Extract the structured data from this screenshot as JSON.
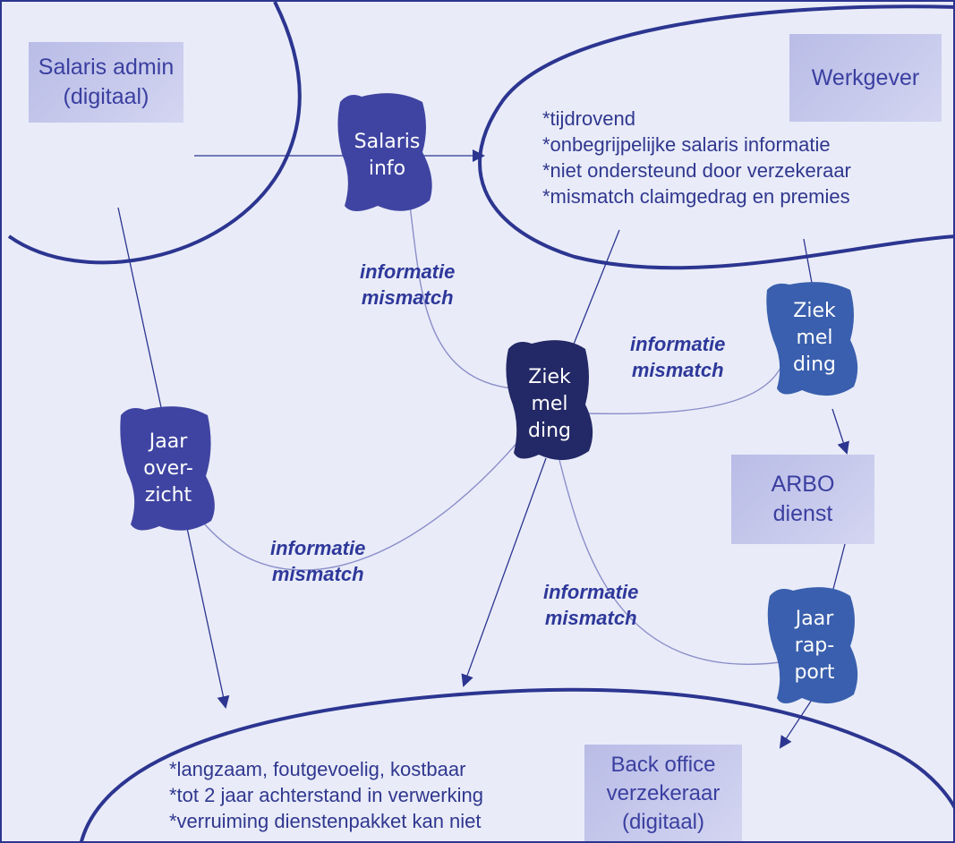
{
  "colors": {
    "background": "#e9ecf8",
    "outline": "#2c3590",
    "scroll_dark": "#232866",
    "scroll_mid": "#3f44a2",
    "scroll_light": "#3a5fae",
    "box_fill": "#c5c7ea",
    "text_blue": "#3a3fa0"
  },
  "boxes": {
    "salaris_admin": [
      "Salaris admin",
      "(digitaal)"
    ],
    "werkgever": [
      "Werkgever"
    ],
    "arbo_dienst": [
      "ARBO",
      "dienst"
    ],
    "back_office": [
      "Back office",
      "verzekeraar",
      "(digitaal)"
    ]
  },
  "scrolls": {
    "salaris_info": [
      "Salaris",
      "info"
    ],
    "ziekmelding_center": [
      "Ziek",
      "mel",
      "ding"
    ],
    "ziekmelding_right": [
      "Ziek",
      "mel",
      "ding"
    ],
    "jaaroverzicht": [
      "Jaar",
      "over-",
      "zicht"
    ],
    "jaarrapport": [
      "Jaar",
      "rap-",
      "port"
    ]
  },
  "mismatch_labels": {
    "top": [
      "informatie",
      "mismatch"
    ],
    "right": [
      "informatie",
      "mismatch"
    ],
    "left": [
      "informatie",
      "mismatch"
    ],
    "bottom": [
      "informatie",
      "mismatch"
    ]
  },
  "werkgever_notes": [
    "*tijdrovend",
    "*onbegrijpelijke salaris informatie",
    "*niet ondersteund door verzekeraar",
    "*mismatch claimgedrag en premies"
  ],
  "backoffice_notes": [
    "*langzaam, foutgevoelig, kostbaar",
    "*tot 2 jaar achterstand in verwerking",
    "*verruiming dienstenpakket kan niet"
  ]
}
